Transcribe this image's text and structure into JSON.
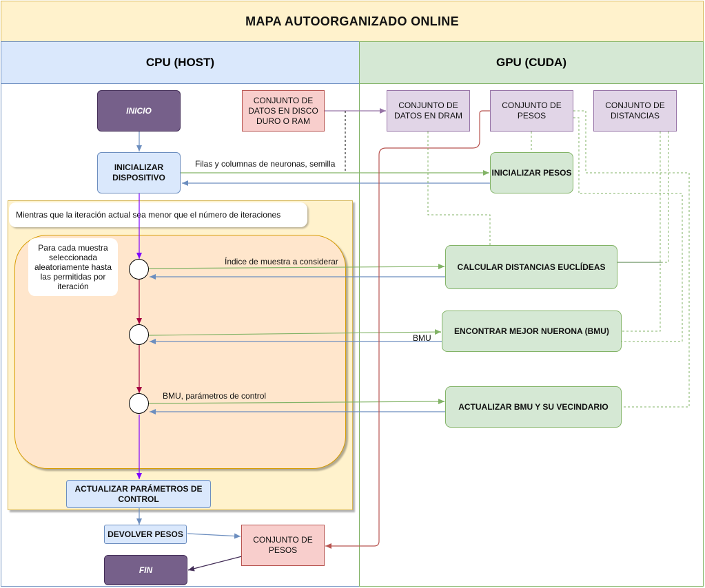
{
  "title": "MAPA AUTOORGANIZADO ONLINE",
  "lanes": {
    "cpu": "CPU (HOST)",
    "gpu": "GPU (CUDA)"
  },
  "nodes": {
    "inicio": "INICIO",
    "inicializar_dispositivo": "INICIALIZAR DISPOSITIVO",
    "datos_disco": "CONJUNTO DE DATOS EN DISCO DURO O RAM",
    "datos_dram": "CONJUNTO DE DATOS EN DRAM",
    "pesos_gpu": "CONJUNTO DE PESOS",
    "distancias": "CONJUNTO DE DISTANCIAS",
    "inicializar_pesos": "INICIALIZAR PESOS",
    "calcular_distancias": "CALCULAR DISTANCIAS EUCLÍDEAS",
    "encontrar_bmu": "ENCONTRAR MEJOR NUERONA (BMU)",
    "actualizar_bmu": "ACTUALIZAR BMU Y SU VECINDARIO",
    "actualizar_parametros": "ACTUALIZAR PARÁMETROS DE CONTROL",
    "devolver_pesos": "DEVOLVER PESOS",
    "pesos_cpu": "CONJUNTO DE PESOS",
    "fin": "FIN"
  },
  "loops": {
    "outer": "Mientras que la iteración actual  sea menor que el número de iteraciones",
    "inner": "Para cada muestra seleccionada aleatoriamente hasta las permitidas por iteración"
  },
  "edge_labels": {
    "filas_columnas": "Filas y columnas de neuronas, semilla",
    "indice_muestra": "Índice de muestra a considerar",
    "bmu": "BMU",
    "bmu_parametros": "BMU, parámetros de control"
  },
  "colors": {
    "blue_stroke": "#6c8ebf",
    "green_stroke": "#82b366",
    "purple_stroke": "#9673a6",
    "red_stroke": "#b85450",
    "flow_purple": "#7f00ff",
    "flow_crimson": "#a50040",
    "dark": "#432d57"
  }
}
